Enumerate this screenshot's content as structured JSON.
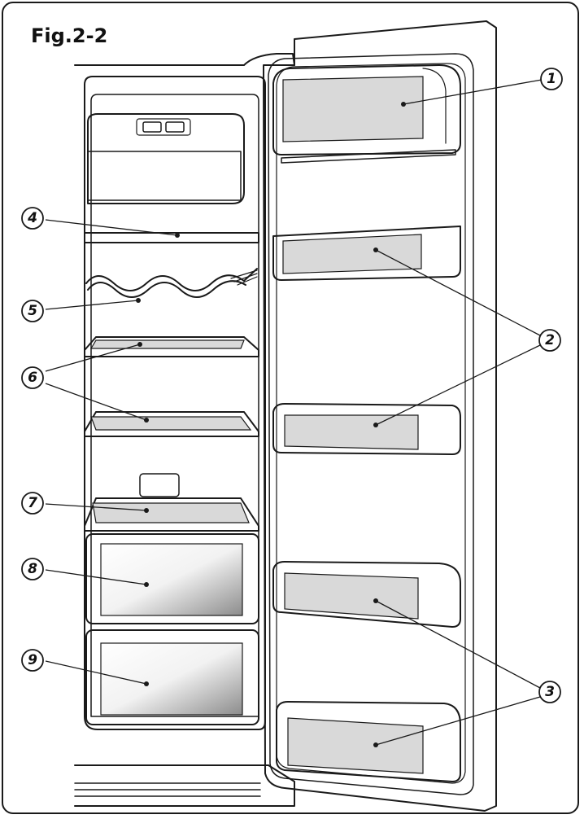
{
  "figure": {
    "title": "Fig.2-2"
  },
  "callouts": [
    {
      "label": "1"
    },
    {
      "label": "2"
    },
    {
      "label": "3"
    },
    {
      "label": "4"
    },
    {
      "label": "5"
    },
    {
      "label": "6"
    },
    {
      "label": "7"
    },
    {
      "label": "8"
    },
    {
      "label": "9"
    }
  ],
  "colors": {
    "line": "#1a1a1a",
    "panel": "#d9d9d9",
    "background": "#ffffff"
  }
}
